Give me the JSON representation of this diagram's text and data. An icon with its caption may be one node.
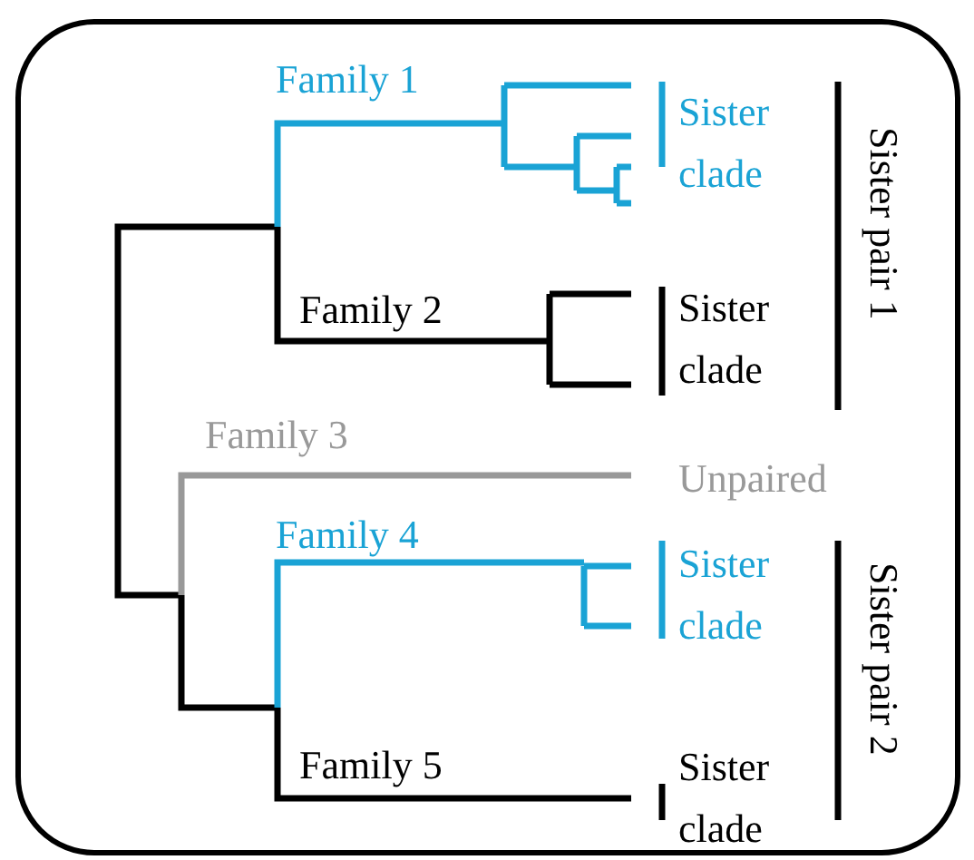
{
  "diagram": {
    "labels": [
      "Family 1",
      "Sister clade",
      "Family 2",
      "Sister clade",
      "Sister pair 1",
      "Family 3",
      "Unpaired",
      "Family 4",
      "Sister clade",
      "Family 5",
      "Sister clade",
      "Sister pair 2"
    ]
  }
}
